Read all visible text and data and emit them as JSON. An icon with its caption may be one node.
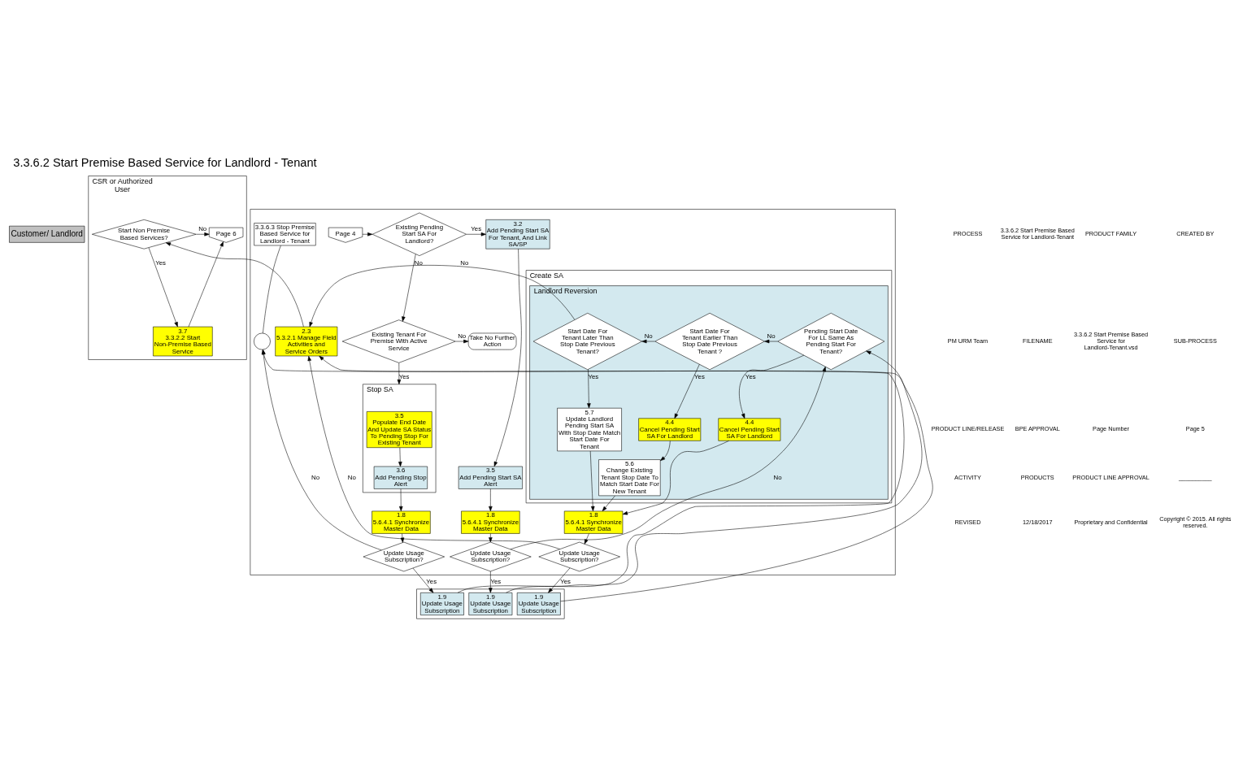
{
  "diagram": {
    "title": "3.3.6.2 Start Premise Based Service for Landlord - Tenant",
    "nodes": [
      {
        "text": [
          "Customer/ Landlord"
        ]
      },
      {
        "text": [
          "CSR or Authorized User"
        ]
      },
      {
        "text": [],
        "shape": "box"
      },
      {
        "text": [],
        "shape": "box"
      },
      {
        "text": [
          "Start Non Premise Based Services?"
        ],
        "in": 1
      },
      {
        "text": [
          "Page 6"
        ],
        "in": 1
      },
      {
        "text": [
          "3.7",
          "3.3.2.2 Start Non-Premise Based Service"
        ],
        "in": 1
      },
      {
        "text": [
          "Page 4"
        ],
        "in": 2
      },
      {
        "text": [
          "Existing Pending Start SA For Landlord?"
        ],
        "in": 2
      },
      {
        "text": [
          "3.2",
          "Add Pending Start SA For Tenant, And Link SA/SP"
        ],
        "in": 2
      },
      {
        "text": [
          "Existing Tenant For Premise With Active Service"
        ],
        "in": 2
      },
      {
        "text": [
          "Take No Further Action"
        ],
        "in": 2
      },
      {
        "text": [
          "Stop SA"
        ],
        "in": 2
      },
      {
        "text": [
          "3.5",
          "Populate End Date And Update SA Status To Pending Stop For Existing Tenant"
        ],
        "in": 12
      },
      {
        "text": [
          "3.6",
          "Add Pending Stop Alert"
        ],
        "in": 12
      },
      {
        "text": [
          "3.5",
          "Add Pending Start SA Alert"
        ],
        "in": 2
      },
      {
        "text": [
          "Create SA"
        ],
        "in": 2
      },
      {
        "text": [
          "Landlord Reversion"
        ],
        "in": 16
      },
      {
        "text": [
          "Pending Start Date For LL Same As Pending Start For Tenant?"
        ],
        "in": 17
      },
      {
        "text": [
          "Start Date For Tenant Earlier Than Stop Date Previous Tenant ?"
        ],
        "in": 17
      },
      {
        "text": [
          "Start Date For Tenant Later Than Stop Date Previous Tenant?"
        ],
        "in": 17
      },
      {
        "text": [
          "4.4",
          "Cancel Pending Start SA For Landlord"
        ],
        "in": 17
      },
      {
        "text": [
          "4.4",
          "Cancel Pending Start SA For Landlord"
        ],
        "in": 17
      },
      {
        "text": [
          "5.7",
          "Update Landlord Pending Start SA With Stop Date Match Start Date For Tenant"
        ],
        "in": 17
      },
      {
        "text": [
          "5.6",
          "Change Existing Tenant Stop Date To Match Start Date For New Tenant"
        ],
        "in": 17
      },
      {
        "text": [
          "2.3",
          "5.3.2.1 Manage Field Activities and Service Orders"
        ],
        "in": 2
      },
      {
        "text": [
          "1.8",
          "5.6.4.1 Synchronize Master Data"
        ],
        "in": 2
      },
      {
        "text": [],
        "shape": "circle",
        "in": 2
      },
      {
        "text": [
          "3.3.6.3 Stop Premise Based Service for Landlord - Tenant"
        ],
        "in": 2
      },
      {
        "text": [
          "1.8",
          "5.6.4.1 Synchronize Master Data"
        ],
        "in": 2
      },
      {
        "text": [
          "1.8",
          "5.6.4.1 Synchronize Master Data"
        ],
        "in": 2
      },
      {
        "text": [
          "Update Usage Subscription?"
        ],
        "in": 2
      },
      {
        "text": [
          "Update Usage Subscription?"
        ],
        "in": 2
      },
      {
        "text": [
          "Update Usage Subscription?"
        ],
        "in": 2
      },
      {
        "text": [
          "1.9",
          "Update Usage Subscription"
        ],
        "in": 3
      },
      {
        "text": [
          "1.9",
          "Update Usage Subscription"
        ],
        "in": 3
      },
      {
        "text": [
          "1.9",
          "Update Usage Subscription"
        ],
        "in": 3
      }
    ],
    "edges": [
      {
        "from": 7,
        "to": 8,
        "arrow": "to"
      },
      {
        "from": 8,
        "to": 9,
        "arrow": "to",
        "label": "Yes"
      },
      {
        "from": 8,
        "to": 10,
        "arrow": "to",
        "label": "No"
      },
      {
        "from": 10,
        "to": 11,
        "arrow": "to",
        "label": "No"
      },
      {
        "from": 10,
        "to": 12,
        "arrow": "to",
        "label": "Yes"
      },
      {
        "from": 13,
        "to": 14,
        "arrow": "to"
      },
      {
        "from": 14,
        "to": 26,
        "arrow": "to"
      },
      {
        "from": 26,
        "to": 31,
        "arrow": "to"
      },
      {
        "from": 31,
        "to": 34,
        "arrow": "to",
        "label": "Yes"
      },
      {
        "from": 31,
        "to": 27,
        "arrow": "to",
        "label": "No"
      },
      {
        "from": 34,
        "to": 27,
        "arrow": "to"
      },
      {
        "from": 28,
        "to": 27,
        "arrow": "none"
      },
      {
        "from": 9,
        "to": 15,
        "arrow": "to"
      },
      {
        "from": 15,
        "to": 29,
        "arrow": "to"
      },
      {
        "from": 29,
        "to": 32,
        "arrow": "to"
      },
      {
        "from": 32,
        "to": 35,
        "arrow": "to",
        "label": "Yes"
      },
      {
        "from": 32,
        "to": 18,
        "arrow": "to",
        "label": "No"
      },
      {
        "from": 35,
        "to": 18,
        "arrow": "to"
      },
      {
        "from": 18,
        "to": 19,
        "arrow": "to",
        "label": "No"
      },
      {
        "from": 19,
        "to": 20,
        "arrow": "to",
        "label": "No"
      },
      {
        "from": 20,
        "to": 25,
        "arrow": "to",
        "label": "No"
      },
      {
        "from": 18,
        "to": 21,
        "arrow": "to",
        "label": "Yes"
      },
      {
        "from": 19,
        "to": 22,
        "arrow": "to",
        "label": "Yes"
      },
      {
        "from": 20,
        "to": 23,
        "arrow": "to",
        "label": "Yes"
      },
      {
        "from": 22,
        "to": 24,
        "arrow": "to"
      },
      {
        "from": 21,
        "to": 30,
        "arrow": "to"
      },
      {
        "from": 24,
        "to": 30,
        "arrow": "to"
      },
      {
        "from": 23,
        "to": 30,
        "arrow": "to"
      },
      {
        "from": 30,
        "to": 33,
        "arrow": "to"
      },
      {
        "from": 33,
        "to": 36,
        "arrow": "to",
        "label": "Yes"
      },
      {
        "from": 33,
        "to": 25,
        "arrow": "to",
        "label": "No"
      },
      {
        "from": 36,
        "to": 25,
        "arrow": "to"
      },
      {
        "from": 25,
        "to": 4,
        "arrow": "to"
      },
      {
        "from": 4,
        "to": 5,
        "arrow": "to",
        "label": "No"
      },
      {
        "from": 4,
        "to": 6,
        "arrow": "to",
        "label": "Yes"
      },
      {
        "from": 6,
        "to": 5,
        "arrow": "to"
      }
    ],
    "labels": [
      "PROCESS",
      "3.3.6.2 Start Premise Based Service for Landlord-Tenant",
      "PRODUCT FAMILY",
      "CREATED BY",
      "PM URM Team",
      "FILENAME",
      "3.3.6.2 Start Premise Based Service for Landlord-Tenant.vsd",
      "SUB-PROCESS",
      "PRODUCT LINE/RELEASE",
      "BPE APPROVAL",
      "Page Number",
      "Page 5",
      "ACTIVITY",
      "PRODUCTS",
      "PRODUCT LINE APPROVAL",
      "__________",
      "REVISED",
      "12/18/2017",
      "Proprietary and Confidential",
      "Copyright © 2015. All rights reserved."
    ]
  }
}
